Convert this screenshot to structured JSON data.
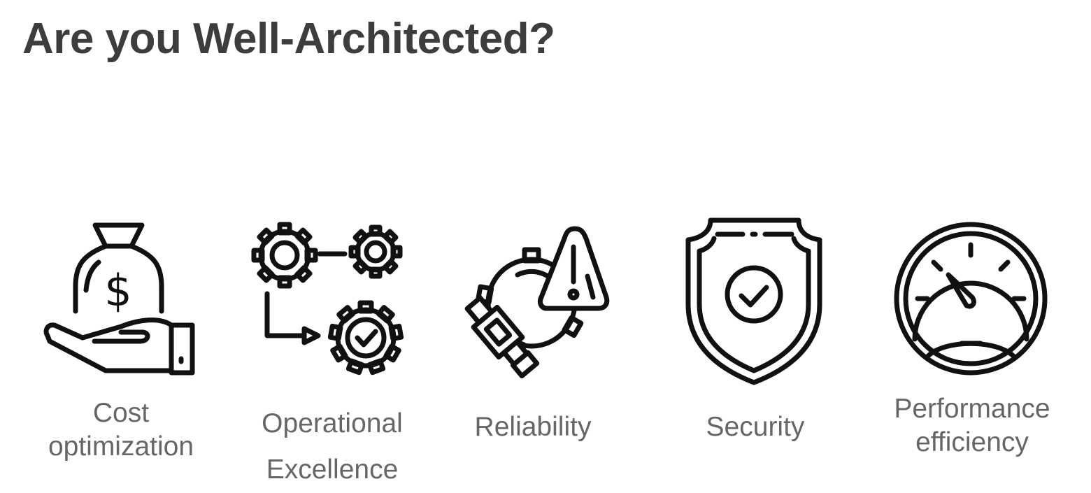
{
  "slide": {
    "title": "Are you Well-Architected?"
  },
  "pillars": [
    {
      "icon": "money-bag-hand-icon",
      "label_line1": "Cost",
      "label_line2": "optimization"
    },
    {
      "icon": "gears-process-check-icon",
      "label_line1": "Operational",
      "label_line2": "Excellence"
    },
    {
      "icon": "gear-seatbelt-warning-icon",
      "label_line1": "Reliability",
      "label_line2": ""
    },
    {
      "icon": "shield-check-icon",
      "label_line1": "Security",
      "label_line2": ""
    },
    {
      "icon": "speedometer-icon",
      "label_line1": "Performance",
      "label_line2": "efficiency"
    }
  ],
  "colors": {
    "title": "#3d3d3d",
    "label": "#666666",
    "icon_stroke": "#111111"
  }
}
